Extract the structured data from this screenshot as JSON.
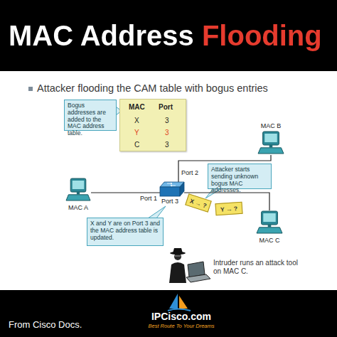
{
  "diagram": {
    "title": "MAC Address Flooding",
    "nodes": [
      {
        "text": [
          "Bogus addresses are added to the MAC address table."
        ]
      },
      {
        "text": [
          "MAC",
          "Port",
          "X",
          "3",
          "Y",
          "3",
          "C",
          "3"
        ]
      },
      {
        "text": [
          "MAC B"
        ]
      },
      {
        "text": [
          "MAC A"
        ]
      },
      {
        "text": [
          "Port 1",
          "Port 2",
          "Port 3"
        ]
      },
      {
        "text": [
          "Attacker starts sending unknown bogus MAC addresses."
        ]
      },
      {
        "text": [
          "X → ?"
        ]
      },
      {
        "text": [
          "Y → ?"
        ]
      },
      {
        "text": [
          "MAC C"
        ]
      },
      {
        "text": [
          "X and Y are on Port 3 and the MAC address table is updated."
        ]
      }
    ],
    "edges": [
      {
        "from": 3,
        "to": 4,
        "arrow": "none"
      },
      {
        "from": 4,
        "to": 2,
        "arrow": "none"
      },
      {
        "from": 4,
        "to": 8,
        "arrow": "none"
      }
    ],
    "labels": [
      "Attacker flooding the CAM table with bogus entries",
      "Intruder runs an attack tool on MAC C.",
      "From Cisco Docs.",
      "IPCisco.com",
      "Best Route To Your Dreams"
    ]
  }
}
